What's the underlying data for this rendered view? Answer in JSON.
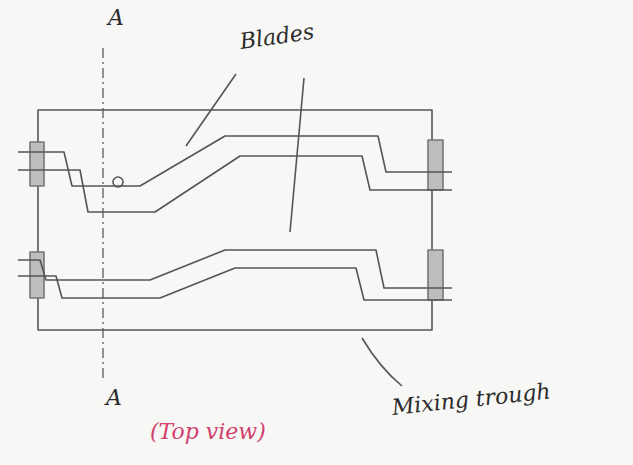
{
  "diagram": {
    "labels": [
      "A",
      "Blades",
      "A",
      "(Top view)",
      "Mixing trough"
    ]
  }
}
